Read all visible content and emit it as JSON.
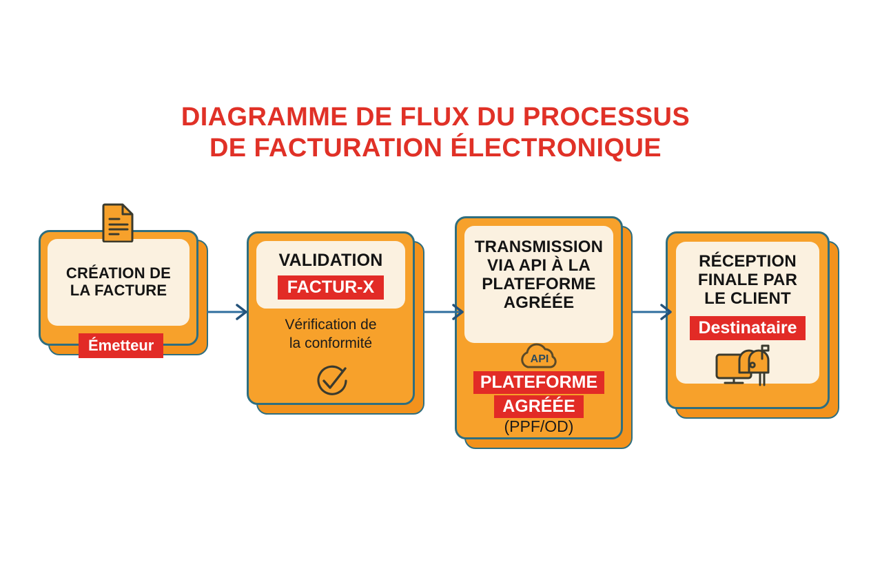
{
  "title": {
    "line1": "DIAGRAMME DE FLUX DU PROCESSUS",
    "line2": "DE FACTURATION ÉLECTRONIQUE",
    "color": "#E03127"
  },
  "theme": {
    "card_orange": "#F7A12B",
    "card_shadow_orange": "#F3921C",
    "card_border_teal": "#2E6E80",
    "panel_cream": "#FBF1E0",
    "badge_red": "#E22B26",
    "arrow_blue": "#2E6E9E",
    "text_dark": "#141414",
    "background": "#FFFFFF"
  },
  "steps": [
    {
      "id": "creation",
      "heading_lines": [
        "CRÉATION DE",
        "LA FACTURE"
      ],
      "badge": "Émetteur",
      "icon": "document-icon",
      "subtext_lines": []
    },
    {
      "id": "validation",
      "heading_lines": [
        "VALIDATION"
      ],
      "badge": "FACTUR-X",
      "icon": "check-circle-icon",
      "subtext_lines": [
        "Vérification de",
        "la conformité"
      ]
    },
    {
      "id": "transmission",
      "heading_lines": [
        "TRANSMISSION",
        "VIA API À LA",
        "PLATEFORME",
        "AGRÉÉE"
      ],
      "badge_lines": [
        "PLATEFORME",
        "AGRÉÉE"
      ],
      "icon": "api-cloud-icon",
      "icon_label": "API",
      "subtext_lines": [
        "(PPF/OD)"
      ]
    },
    {
      "id": "reception",
      "heading_lines": [
        "RÉCEPTION",
        "FINALE PAR",
        "LE CLIENT"
      ],
      "badge": "Destinataire",
      "icon": "monitor-mailbox-icon",
      "subtext_lines": []
    }
  ],
  "arrows": [
    {
      "from": "creation",
      "to": "validation"
    },
    {
      "from": "validation",
      "to": "transmission"
    },
    {
      "from": "transmission",
      "to": "reception"
    }
  ]
}
